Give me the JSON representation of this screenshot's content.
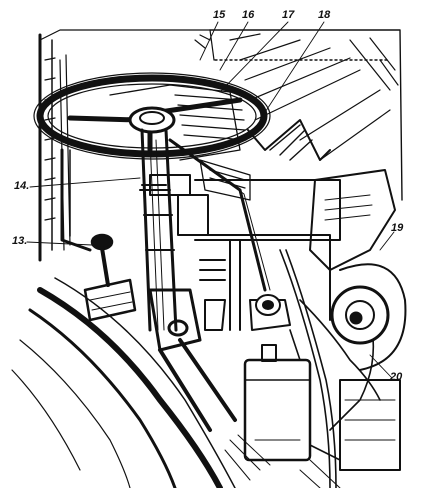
{
  "callouts": {
    "c13": "13.",
    "c14": "14.",
    "c15": "15",
    "c16": "16",
    "c17": "17",
    "c18": "18",
    "c19": "19",
    "c20": "20"
  },
  "colors": {
    "ink": "#111111",
    "paper": "#ffffff"
  }
}
